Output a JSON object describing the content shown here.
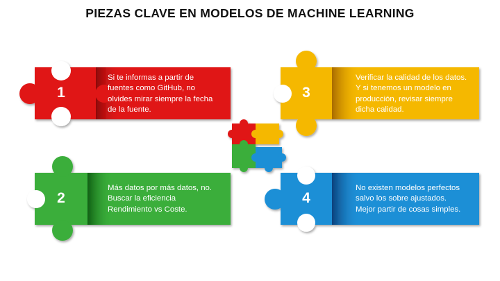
{
  "title": "PIEZAS CLAVE EN MODELOS DE MACHINE LEARNING",
  "cards": [
    {
      "number": "1",
      "color": "#e01818",
      "lines": [
        "Si te informas a partir de",
        "fuentes como GitHub, no",
        "olvides mirar siempre la fecha",
        "de la fuente."
      ]
    },
    {
      "number": "2",
      "color": "#3aae3a",
      "lines": [
        "Más datos por más datos, no.",
        "Buscar la eficiencia",
        "Rendimiento  vs Coste."
      ]
    },
    {
      "number": "3",
      "color": "#f5b800",
      "lines": [
        "Verificar la calidad de los datos.",
        "Y si tenemos un modelo en",
        "producción, revisar siempre",
        "dicha calidad."
      ]
    },
    {
      "number": "4",
      "color": "#1e8fd6",
      "lines": [
        "No existen modelos perfectos",
        "salvo los sobre ajustados.",
        "Mejor partir de cosas simples."
      ]
    }
  ]
}
